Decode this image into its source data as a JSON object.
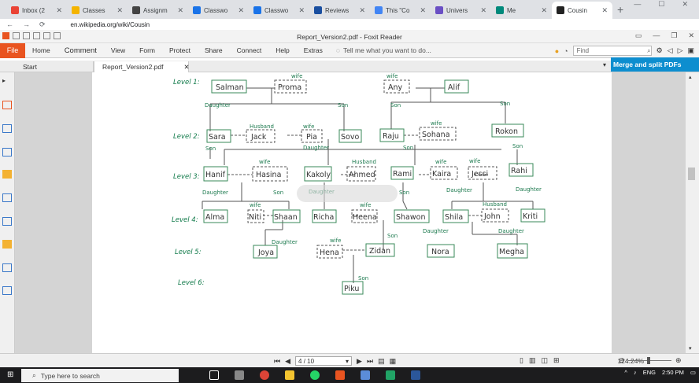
{
  "browser": {
    "tabs": [
      {
        "label": "Inbox (2",
        "icon": "gmail-icon",
        "color": "#ea4335"
      },
      {
        "label": "Classes",
        "icon": "classroom-icon",
        "color": "#f4b400"
      },
      {
        "label": "Assignm",
        "icon": "assignment-icon",
        "color": "#444444"
      },
      {
        "label": "Classwo",
        "icon": "classwork-icon",
        "color": "#1a73e8"
      },
      {
        "label": "Classwo",
        "icon": "classwork-icon",
        "color": "#1a73e8"
      },
      {
        "label": "Reviews",
        "icon": "reviews-icon",
        "color": "#1a4fa0"
      },
      {
        "label": "This \"Co",
        "icon": "google-icon",
        "color": "#4285f4"
      },
      {
        "label": "Univers",
        "icon": "university-icon",
        "color": "#6a4fc4"
      },
      {
        "label": "Me",
        "icon": "meet-icon",
        "color": "#00897b"
      },
      {
        "label": "Cousin",
        "icon": "wikipedia-icon",
        "color": "#222222",
        "active": true
      }
    ],
    "url": "en.wikipedia.org/wiki/Cousin"
  },
  "foxit": {
    "title": "Report_Version2.pdf - Foxit Reader",
    "menu": [
      "File",
      "Home",
      "Comment",
      "View",
      "Form",
      "Protect",
      "Share",
      "Connect",
      "Help",
      "Extras"
    ],
    "tell_me": "Tell me what you want to do...",
    "find_placeholder": "Find",
    "doc_tabs": [
      "Start",
      "Report_Version2.pdf"
    ],
    "merge_button": "Merge and split PDFs",
    "page_indicator": "4 / 10",
    "zoom": "124.24%"
  },
  "tree": {
    "levels": [
      "Level 1:",
      "Level 2:",
      "Level 3:",
      "Level 4:",
      "Level 5:",
      "Level 6:"
    ],
    "names": {
      "salman": "Salman",
      "proma": "Proma",
      "any": "Any",
      "alif": "Alif",
      "sara": "Sara",
      "jack": "Jack",
      "pia": "Pia",
      "sovo": "Sovo",
      "raju": "Raju",
      "sohana": "Sohana",
      "rokon": "Rokon",
      "hanif": "Hanif",
      "hasina": "Hasina",
      "kakoly": "Kakoly",
      "ahmed": "Ahmed",
      "rami": "Rami",
      "kaira": "Kaira",
      "jessi": "Jessi",
      "rahi": "Rahi",
      "alma": "Alma",
      "niti": "Niti",
      "shaan": "Shaan",
      "richa": "Richa",
      "heena": "Heena",
      "shawon": "Shawon",
      "shila": "Shila",
      "john": "John",
      "kriti": "Kriti",
      "joya": "Joya",
      "hena": "Hena",
      "zidan": "Zidan",
      "nora": "Nora",
      "megha": "Megha",
      "piku": "Piku"
    },
    "labels": {
      "wife": "wife",
      "husband": "Husband",
      "son": "Son",
      "daughter": "Daughter"
    }
  },
  "taskbar": {
    "search": "Type here to search",
    "lang": "ENG",
    "time": "2:50 PM"
  }
}
